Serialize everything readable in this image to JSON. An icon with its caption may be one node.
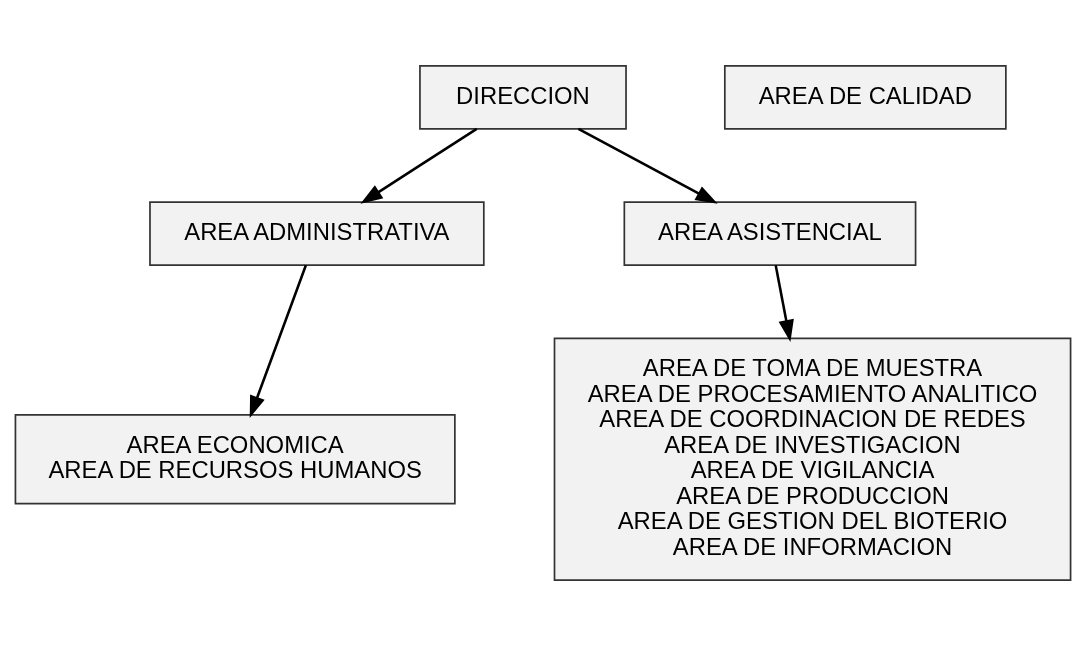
{
  "diagram": {
    "nodes": [
      {
        "text": [
          "DIRECCION"
        ]
      },
      {
        "text": [
          "AREA DE CALIDAD"
        ]
      },
      {
        "text": [
          "AREA ADMINISTRATIVA"
        ]
      },
      {
        "text": [
          "AREA ASISTENCIAL"
        ]
      },
      {
        "text": [
          "AREA ECONOMICA",
          "AREA DE RECURSOS HUMANOS"
        ]
      },
      {
        "text": [
          "AREA DE TOMA DE MUESTRA",
          "AREA DE PROCESAMIENTO ANALITICO",
          "AREA DE COORDINACION DE REDES",
          "AREA DE INVESTIGACION",
          "AREA DE VIGILANCIA",
          "AREA DE PRODUCCION",
          "AREA DE GESTION DEL BIOTERIO",
          "AREA DE INFORMACION"
        ]
      }
    ],
    "edges": [
      {
        "from": 0,
        "to": 2,
        "arrow": "to"
      },
      {
        "from": 0,
        "to": 3,
        "arrow": "to"
      },
      {
        "from": 2,
        "to": 4,
        "arrow": "to"
      },
      {
        "from": 3,
        "to": 5,
        "arrow": "to"
      }
    ]
  }
}
